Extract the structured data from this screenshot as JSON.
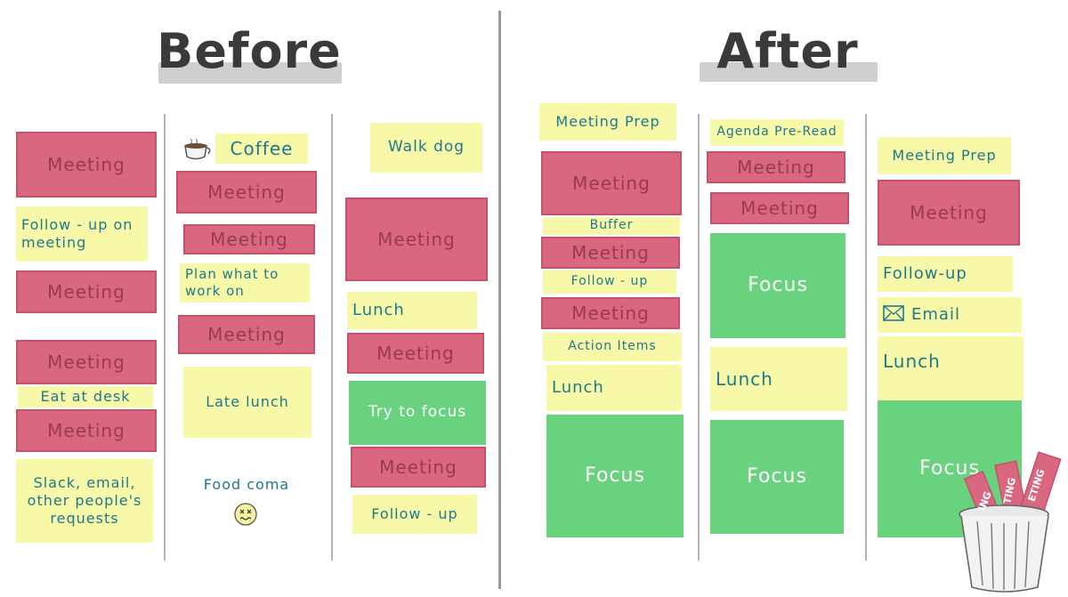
{
  "titles": {
    "before": "Before",
    "after": "After"
  },
  "before": {
    "col1": [
      "Meeting",
      "Follow - up on meeting",
      "Meeting",
      "Meeting",
      "Eat at desk",
      "Meeting",
      "Slack, email, other people's requests"
    ],
    "col2": [
      "Coffee",
      "Meeting",
      "Meeting",
      "Plan what to work on",
      "Meeting",
      "Late lunch",
      "Food coma"
    ],
    "col3": [
      "Walk dog",
      "Meeting",
      "Lunch",
      "Meeting",
      "Try to focus",
      "Meeting",
      "Follow - up"
    ]
  },
  "after": {
    "col1": [
      "Meeting Prep",
      "Meeting",
      "Buffer",
      "Meeting",
      "Follow - up",
      "Meeting",
      "Action Items",
      "Lunch",
      "Focus"
    ],
    "col2": [
      "Agenda Pre-Read",
      "Meeting",
      "Meeting",
      "Focus",
      "Lunch",
      "Focus"
    ],
    "col3": [
      "Meeting Prep",
      "Meeting",
      "Follow-up",
      "Email",
      "Lunch",
      "Focus"
    ]
  },
  "trash": {
    "labels": [
      "ING",
      "TING",
      "ETING"
    ]
  },
  "colors": {
    "meeting": "#d9677f",
    "note": "#f7f8a8",
    "focus": "#69d27e",
    "text": "#1d7a8c"
  }
}
